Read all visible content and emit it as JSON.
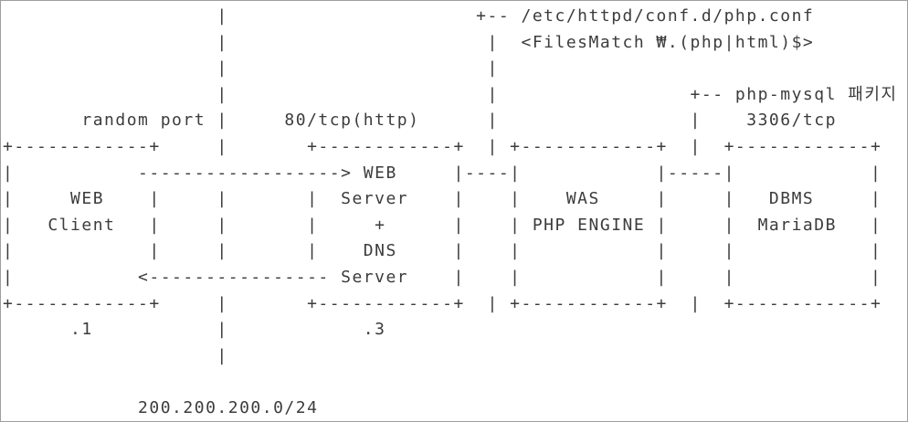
{
  "meta": {
    "background_color": "#ffffff",
    "text_color": "#3c3c3c",
    "border_color": "#9e9e9e"
  },
  "diagram": {
    "ascii_lines": [
      "                   |                      +-- /etc/httpd/conf.d/php.conf",
      "                   |                       |  <FilesMatch ₩.(php|html)$>",
      "                   |                       |",
      "                   |                       |                 +-- php-mysql 패키지",
      "       random port |     80/tcp(http)      |                 |    3306/tcp",
      "+------------+     |       +------------+  | +------------+  |  +------------+",
      "|           ------------------> WEB     |----|            |-----|            |",
      "|     WEB    |     |       |  Server    |    |    WAS     |     |   DBMS     |",
      "|   Client   |     |       |     +      |    | PHP ENGINE |     |  MariaDB   |",
      "|            |     |       |    DNS     |    |            |     |            |",
      "|           <---------------- Server    |    |            |     |            |",
      "+------------+     |       +------------+  | +------------+  |  +------------+",
      "      .1           |            .3",
      "                   |",
      "",
      "            200.200.200.0/24"
    ],
    "semantics": {
      "network": "200.200.200.0/24",
      "hosts": [
        {
          "label": "WEB Client",
          "address": ".1",
          "port_label": "random port"
        },
        {
          "label": "WEB Server + DNS Server",
          "address": ".3",
          "port_label": "80/tcp(http)"
        },
        {
          "label": "WAS PHP ENGINE"
        },
        {
          "label": "DBMS MariaDB",
          "port_label": "3306/tcp"
        }
      ],
      "annotations": [
        "/etc/httpd/conf.d/php.conf",
        "<FilesMatch ₩.(php|html)$>",
        "php-mysql 패키지",
        "3306/tcp"
      ]
    }
  }
}
